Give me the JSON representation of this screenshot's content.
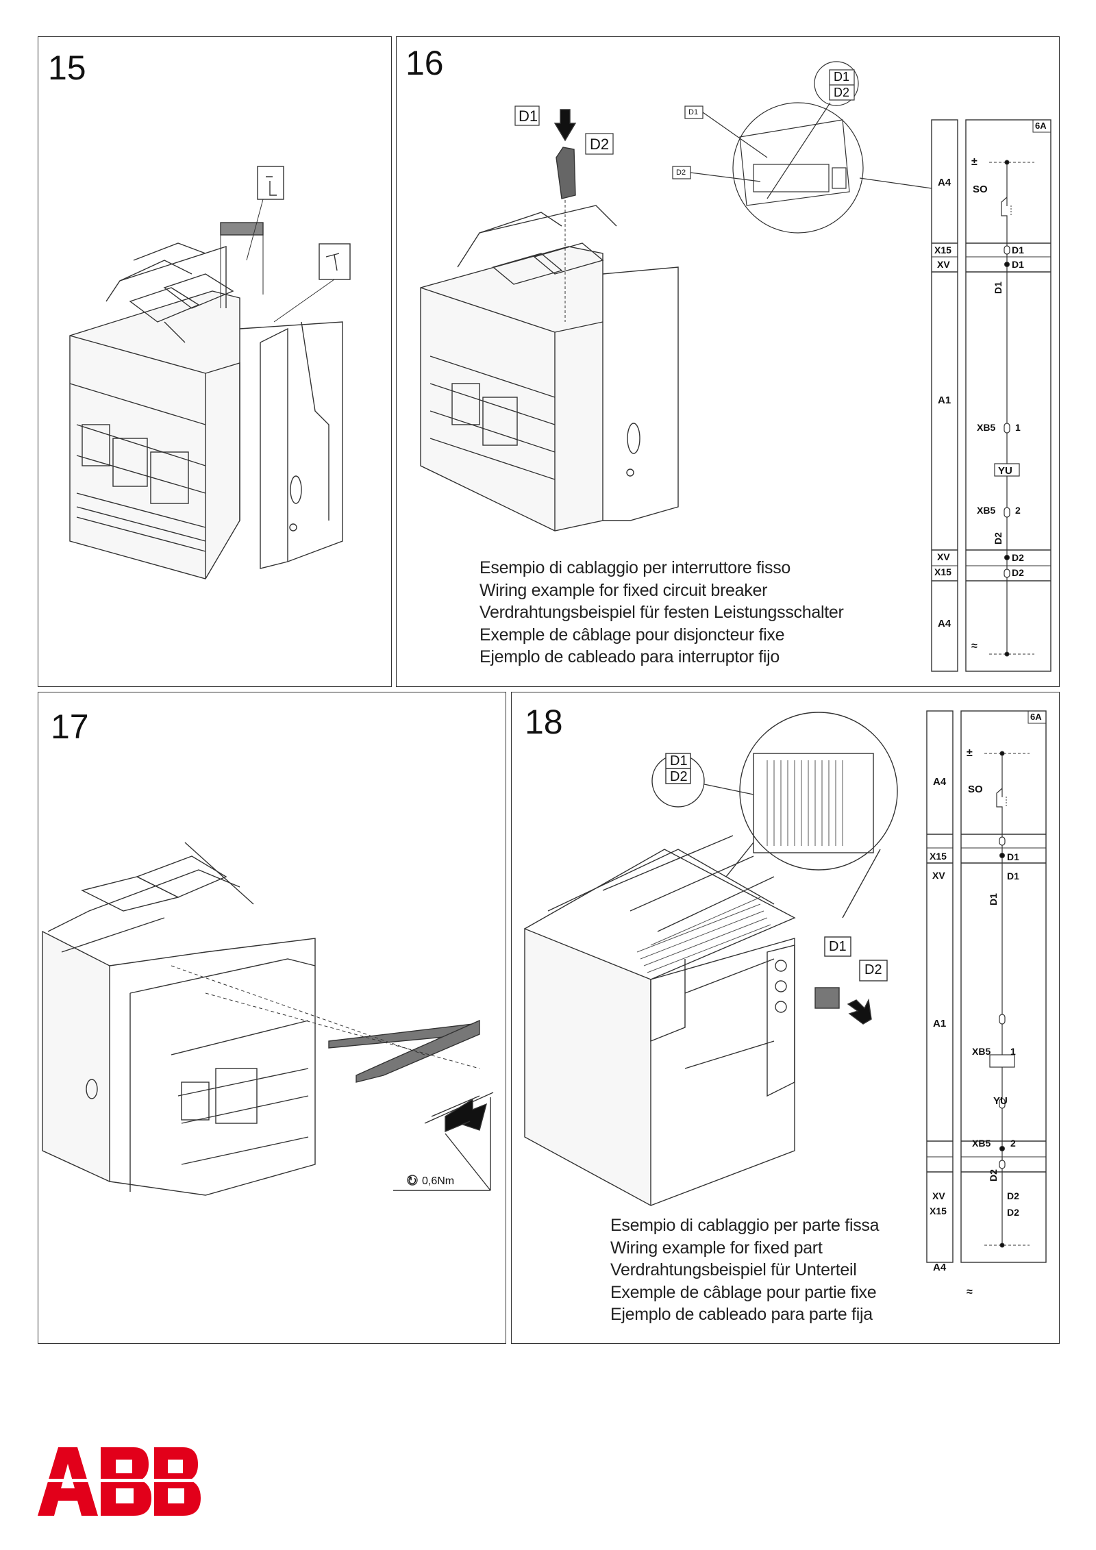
{
  "steps": [
    {
      "number": "15"
    },
    {
      "number": "16"
    },
    {
      "number": "17"
    },
    {
      "number": "18"
    }
  ],
  "step16": {
    "callouts": {
      "d1": "D1",
      "d2": "D2",
      "d1_small": "D1",
      "d2_small": "D2",
      "circle_d1": "D1",
      "circle_d2": "D2"
    },
    "caption": [
      "Esempio di cablaggio per interruttore fisso",
      "Wiring example for fixed circuit breaker",
      "Verdrahtungsbeispiel für festen Leistungsschalter",
      "Exemple de câblage pour disjoncteur fixe",
      "Ejemplo de cableado para interruptor fijo"
    ]
  },
  "step17": {
    "torque": "0,6Nm"
  },
  "step18": {
    "callouts": {
      "circle_d1": "D1",
      "circle_d2": "D2",
      "d1": "D1",
      "d2": "D2"
    },
    "caption": [
      "Esempio di cablaggio per parte fissa",
      "Wiring example for fixed part",
      "Verdrahtungsbeispiel für Unterteil",
      "Exemple de câblage pour partie fixe",
      "Ejemplo de cableado para parte fija"
    ]
  },
  "schematic": {
    "rating": "6A",
    "supply": "±",
    "supply_bottom": "≈",
    "so": "SO",
    "a4": "A4",
    "a1": "A1",
    "x15": "X15",
    "xv": "XV",
    "d1": "D1",
    "d2": "D2",
    "xb5": "XB5",
    "pin1": "1",
    "pin2": "2",
    "yu": "YU"
  },
  "brand": {
    "logo_text": "ABB",
    "color": "#e2001a"
  }
}
